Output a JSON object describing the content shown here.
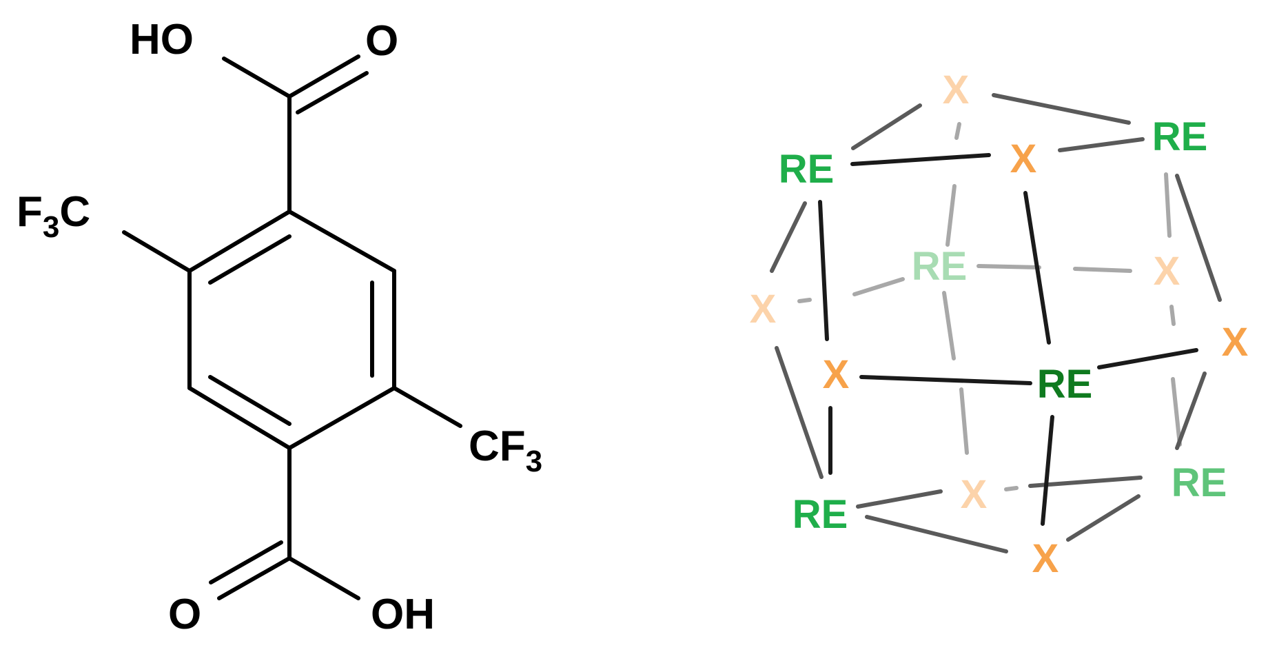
{
  "molecule": {
    "labels": {
      "ho_top": "HO",
      "o_top": "O",
      "f3c_left_f": "F",
      "f3c_left_sub": "3",
      "f3c_left_c": "C",
      "cf3_right_c": "CF",
      "cf3_right_sub": "3",
      "o_bottom": "O",
      "oh_bottom": "OH"
    }
  },
  "cluster": {
    "labels": {
      "x_top_back": "X",
      "re_top_left": "RE",
      "x_top_front": "X",
      "re_top_right": "RE",
      "re_mid_back": "RE",
      "x_mid_right_back": "X",
      "x_left_back": "X",
      "x_mid_left_front": "X",
      "re_center_front": "RE",
      "x_right": "X",
      "x_bottom_back": "X",
      "re_bottom_left": "RE",
      "re_bottom_right": "RE",
      "x_bottom_front": "X"
    },
    "colors": {
      "re_dark": "#0f7a1f",
      "re_mid": "#1fae4a",
      "re_light": "#a8dcb3",
      "re_soft": "#5fc47a",
      "x_strong": "#f7a24a",
      "x_light": "#fcd3aa",
      "bond_dark": "#1a1a1a",
      "bond_mid": "#5a5a5a",
      "bond_light": "#a8a8a8"
    }
  }
}
